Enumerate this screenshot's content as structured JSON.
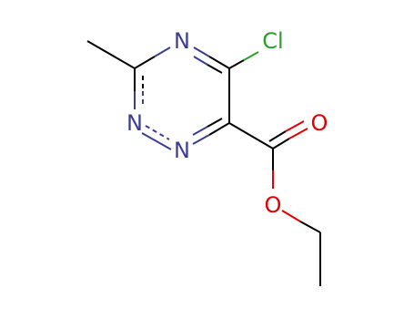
{
  "molecule": {
    "atoms": [
      {
        "id": "n4",
        "symbol": "N",
        "color": "#3c3c96",
        "label": "N"
      },
      {
        "id": "n2",
        "symbol": "N",
        "color": "#3c3c96",
        "label": "N"
      },
      {
        "id": "n1",
        "symbol": "N",
        "color": "#3c3c96",
        "label": "N"
      },
      {
        "id": "cl",
        "symbol": "Cl",
        "color": "#2aa02a",
        "label": "Cl"
      },
      {
        "id": "o-carbonyl",
        "symbol": "O",
        "color": "#e00000",
        "label": "O"
      },
      {
        "id": "o-ester",
        "symbol": "O",
        "color": "#e00000",
        "label": "O"
      }
    ],
    "colors": {
      "carbon_bond": "#000000",
      "nitrogen": "#3c3c96",
      "chlorine": "#2aa02a",
      "oxygen": "#e00000"
    }
  }
}
